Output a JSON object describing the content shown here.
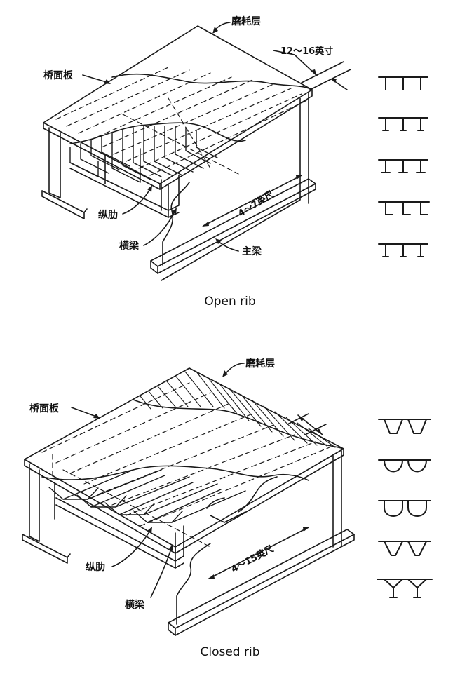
{
  "open_rib": {
    "labels": {
      "wearing_layer": "磨耗层",
      "deck_plate": "桥面板",
      "rib_spacing": "12～16英寸",
      "longitudinal_rib": "纵肋",
      "cross_beam": "横梁",
      "main_girder": "主梁",
      "beam_spacing": "4～7英尺"
    },
    "caption": "Open rib"
  },
  "closed_rib": {
    "labels": {
      "wearing_layer": "磨耗层",
      "deck_plate": "桥面板",
      "longitudinal_rib": "纵肋",
      "cross_beam": "横梁",
      "beam_spacing": "4～15英尺"
    },
    "caption": "Closed rib"
  },
  "colors": {
    "ink": "#1a1a1a",
    "paper": "#ffffff"
  },
  "icons": [
    "flat-rib-icon",
    "bulb-rib-icon",
    "tee-rib-icon",
    "angle-rib-icon",
    "trapezoid-rib-icon",
    "u-rib-icon",
    "y-rib-icon"
  ]
}
